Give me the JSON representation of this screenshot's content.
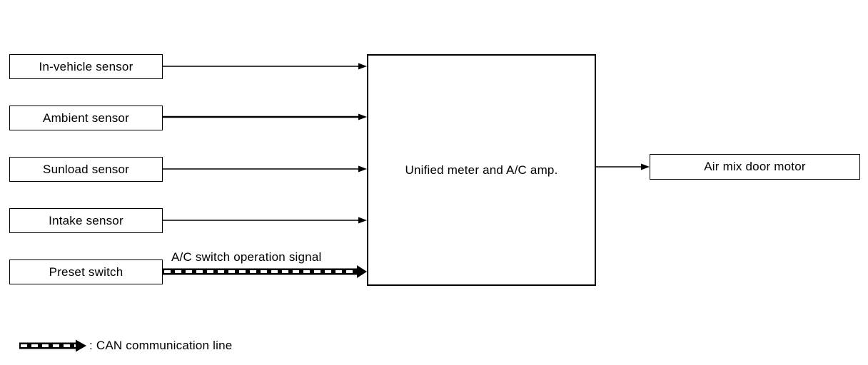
{
  "diagram": {
    "inputs": [
      {
        "label": "In-vehicle sensor"
      },
      {
        "label": "Ambient sensor"
      },
      {
        "label": "Sunload sensor"
      },
      {
        "label": "Intake sensor"
      },
      {
        "label": "Preset switch"
      }
    ],
    "controller": {
      "label": "Unified meter and A/C amp."
    },
    "output": {
      "label": "Air mix door motor"
    },
    "can_signal_label": "A/C switch operation signal",
    "legend": {
      "label": ": CAN communication line"
    }
  }
}
